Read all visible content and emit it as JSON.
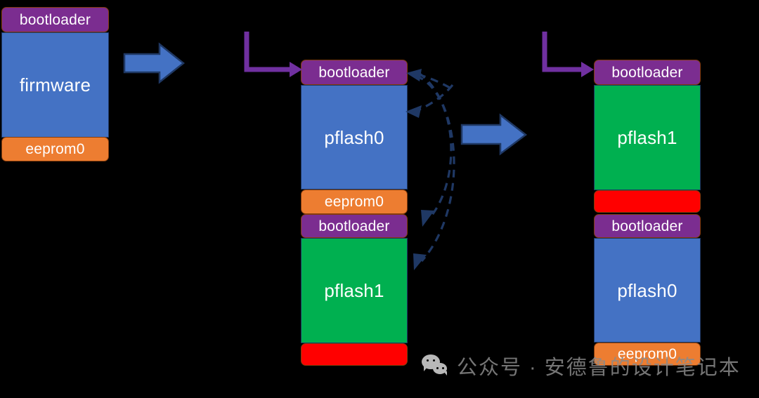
{
  "diagram": {
    "title": "Flash partition layout migration diagram",
    "colors": {
      "purple": "#7b2d90",
      "blue": "#4472c4",
      "orange": "#ed7d31",
      "green": "#00b050",
      "red": "#ff0000",
      "arrow_blue_fill": "#4472c4",
      "arrow_blue_stroke": "#1f3864",
      "arrow_purple": "#7030a0",
      "dashed_arrow": "#1f3864",
      "background": "#000000",
      "watermark_text": "#8a8a8a"
    },
    "stacks": [
      {
        "id": "stack-left",
        "name": "original-layout",
        "blocks": [
          {
            "label": "bootloader",
            "color": "purple",
            "size": "normal"
          },
          {
            "label": "firmware",
            "color": "blue",
            "size": "big"
          },
          {
            "label": "eeprom0",
            "color": "orange",
            "size": "normal"
          }
        ]
      },
      {
        "id": "stack-middle",
        "name": "dual-bank-layout",
        "blocks": [
          {
            "label": "bootloader",
            "color": "purple",
            "size": "normal"
          },
          {
            "label": "pflash0",
            "color": "blue",
            "size": "big"
          },
          {
            "label": "eeprom0",
            "color": "orange",
            "size": "normal"
          },
          {
            "label": "bootloader",
            "color": "purple",
            "size": "normal"
          },
          {
            "label": "pflash1",
            "color": "green",
            "size": "big"
          },
          {
            "label": "",
            "color": "red",
            "size": "normal"
          }
        ]
      },
      {
        "id": "stack-right",
        "name": "swapped-bank-layout",
        "blocks": [
          {
            "label": "bootloader",
            "color": "purple",
            "size": "normal"
          },
          {
            "label": "pflash1",
            "color": "green",
            "size": "big"
          },
          {
            "label": "",
            "color": "red",
            "size": "normal"
          },
          {
            "label": "bootloader",
            "color": "purple",
            "size": "normal"
          },
          {
            "label": "pflash0",
            "color": "blue",
            "size": "big"
          },
          {
            "label": "eeprom0",
            "color": "orange",
            "size": "normal"
          }
        ]
      }
    ],
    "arrows": {
      "blue_arrow_1": "transition-arrow",
      "blue_arrow_2": "transition-arrow",
      "purple_elbow_1": "boot-entry-pointer",
      "purple_elbow_2": "boot-entry-pointer",
      "dashed_1": "swap-relationship",
      "dashed_2": "swap-relationship"
    }
  },
  "watermark": {
    "icon": "wechat-icon",
    "text": "公众号 · 安德鲁的设计笔记本"
  }
}
